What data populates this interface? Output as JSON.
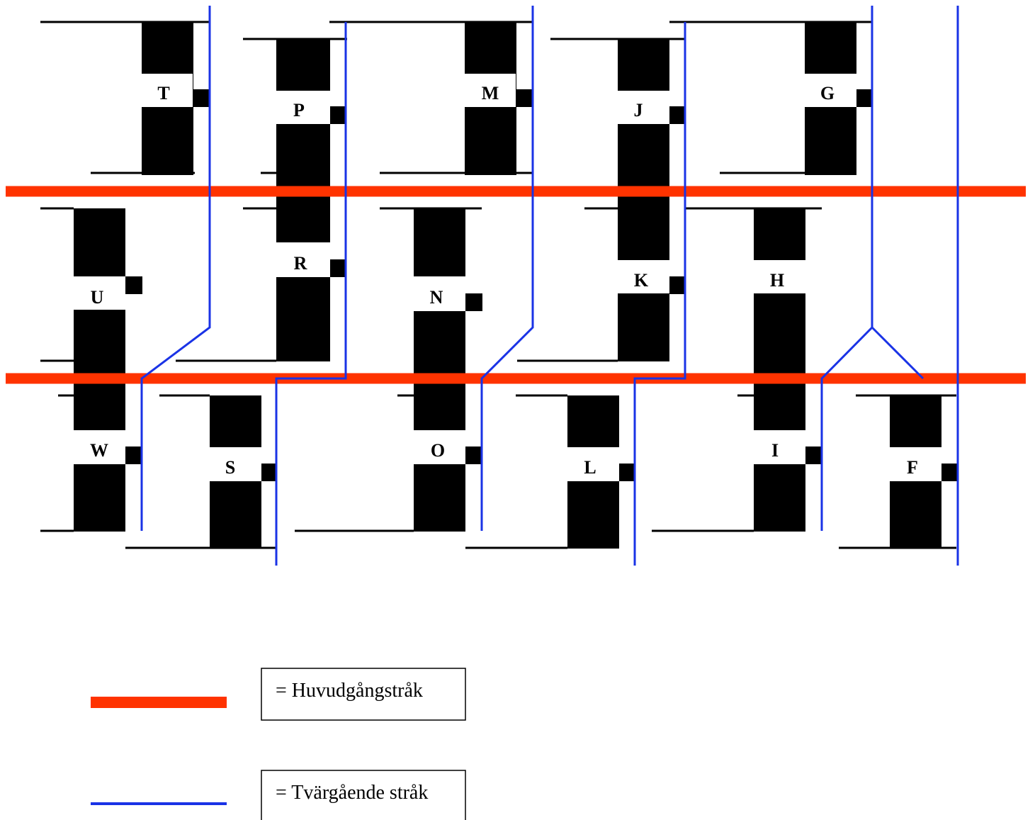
{
  "colors": {
    "main_path": "#ff3300",
    "cross_path": "#1a33e6",
    "building": "#000000",
    "label_bg": "#ffffff"
  },
  "buildings": {
    "T": "T",
    "P": "P",
    "M": "M",
    "J": "J",
    "G": "G",
    "R": "R",
    "K": "K",
    "H": "H",
    "U": "U",
    "N": "N",
    "W": "W",
    "S": "S",
    "O": "O",
    "L": "L",
    "I": "I",
    "F": "F"
  },
  "legend": {
    "main_path_label": "= Huvudgångstråk",
    "cross_path_label": "= Tvärgående stråk"
  }
}
